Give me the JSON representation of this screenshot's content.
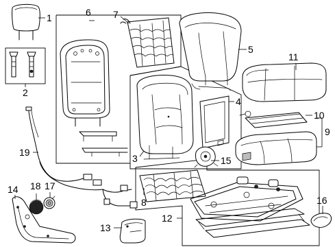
{
  "callouts": [
    "1",
    "2",
    "3",
    "4",
    "5",
    "6",
    "7",
    "8",
    "9",
    "10",
    "11",
    "12",
    "13",
    "14",
    "15",
    "16",
    "17",
    "18",
    "19"
  ],
  "parts": [
    {
      "id": "1",
      "icon": "headrest-icon"
    },
    {
      "id": "2",
      "icon": "headrest-guide-icon"
    },
    {
      "id": "3",
      "icon": "seat-back-pad-icon"
    },
    {
      "id": "4",
      "icon": "seat-back-panel-icon"
    },
    {
      "id": "5",
      "icon": "seat-back-cover-icon"
    },
    {
      "id": "6",
      "icon": "seat-back-frame-icon"
    },
    {
      "id": "7",
      "icon": "spring-mat-icon"
    },
    {
      "id": "8",
      "icon": "cushion-spring-icon"
    },
    {
      "id": "9",
      "icon": "cushion-pad-icon"
    },
    {
      "id": "10",
      "icon": "heater-element-icon"
    },
    {
      "id": "11",
      "icon": "cushion-cover-icon"
    },
    {
      "id": "12",
      "icon": "seat-track-icon"
    },
    {
      "id": "13",
      "icon": "trim-panel-icon"
    },
    {
      "id": "14",
      "icon": "side-shield-icon"
    },
    {
      "id": "15",
      "icon": "recliner-icon"
    },
    {
      "id": "16",
      "icon": "handle-icon"
    },
    {
      "id": "17",
      "icon": "knob-icon"
    },
    {
      "id": "18",
      "icon": "cap-icon"
    },
    {
      "id": "19",
      "icon": "wire-harness-icon"
    }
  ]
}
